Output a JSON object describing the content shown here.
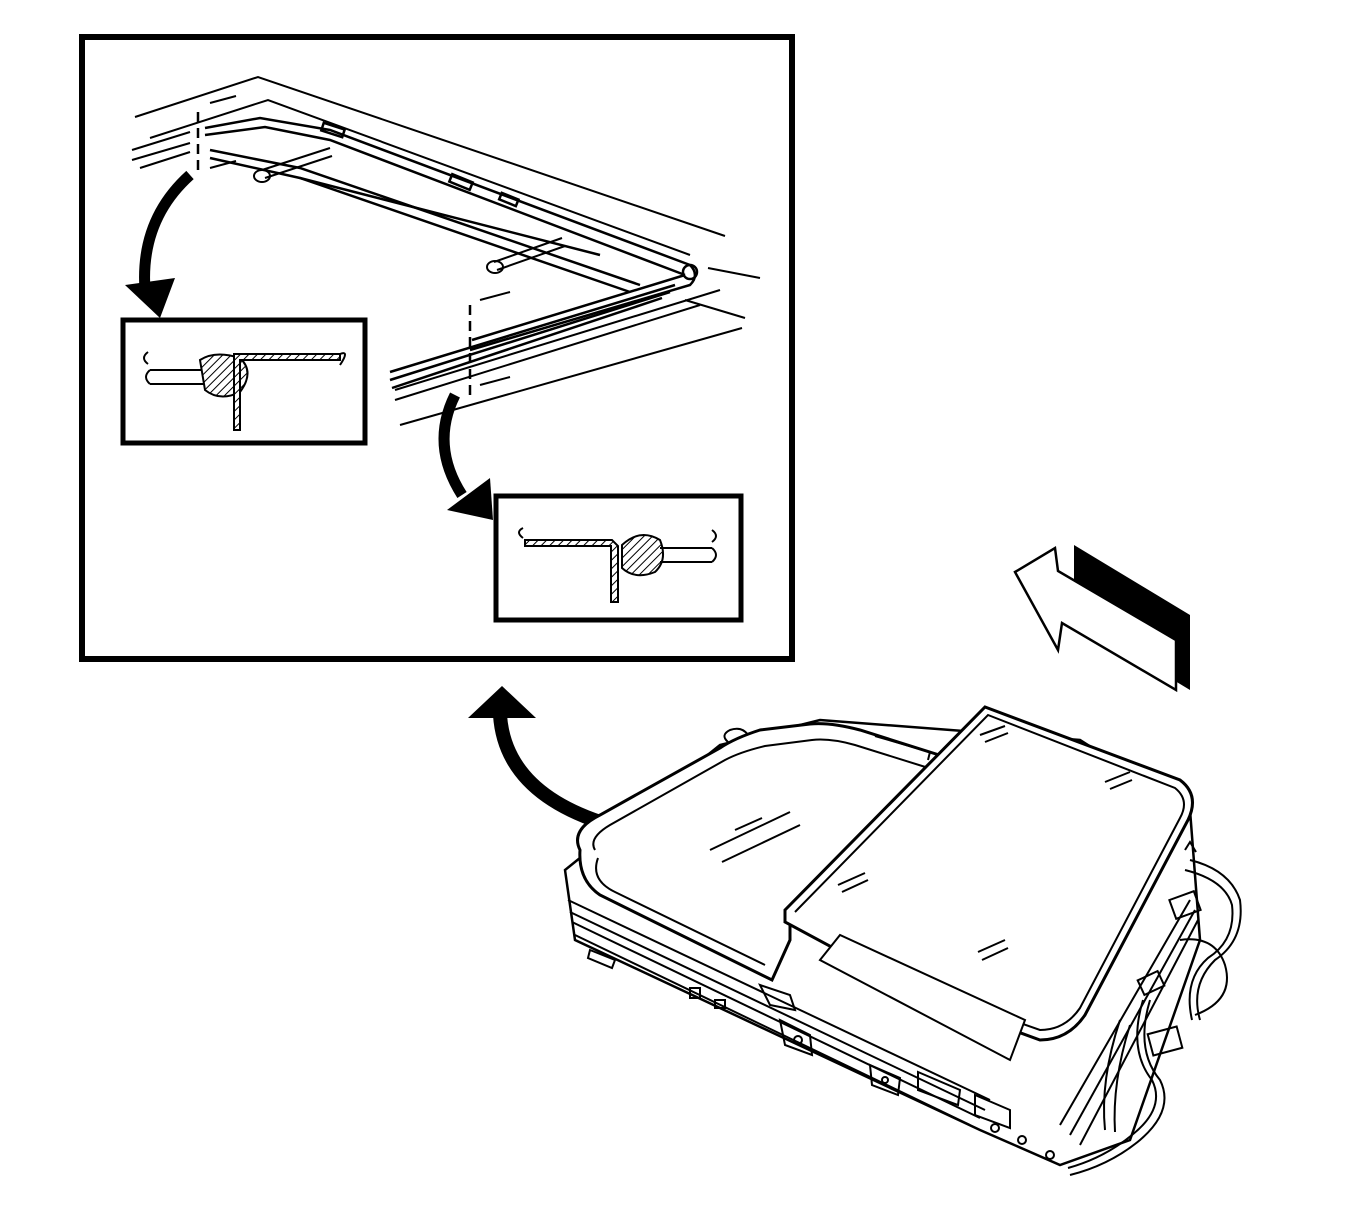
{
  "colors": {
    "ink": "#000000",
    "paper": "#ffffff"
  },
  "figure": {
    "views": [
      {
        "name": "sunroof-module-overview"
      },
      {
        "name": "roof-opening-detail-view"
      },
      {
        "name": "left-seal-cross-section"
      },
      {
        "name": "right-seal-cross-section"
      }
    ],
    "icons": [
      "curved-arrow-icon",
      "forward-direction-arrow-icon"
    ]
  }
}
